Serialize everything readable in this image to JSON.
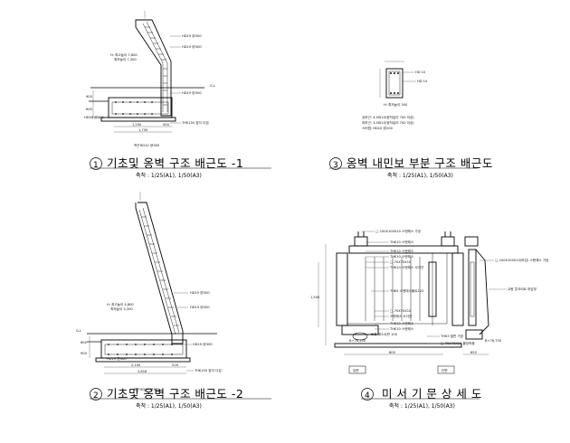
{
  "panels": [
    {
      "number": "1",
      "title": "기초및 옹벽 구조 배근도 -1",
      "scale": "축척 : 1/25(A1), 1/50(A3)",
      "annotations": {
        "rebar_a": "HD19 @300",
        "rebar_b": "HD19 @300",
        "rebar_c": "HD19 @300",
        "height_note_1": "H: 최고높이 7,800",
        "height_note_2": "최저높이 7,300",
        "footing_bar": "HD19 @300",
        "footing_mat": "THK150 잡석 다짐",
        "footing_note": "옥곤HD10 @300",
        "gl": "G.L",
        "dim_1": "1,250",
        "dim_2": "500",
        "dim_3": "1,750",
        "dim_4": "900",
        "dim_5": "600"
      }
    },
    {
      "number": "2",
      "title": "기초및 옹벽 구조 배근도 -2",
      "scale": "축척 : 1/25(A1), 1/50(A3)",
      "annotations": {
        "rebar_a": "HD19 @300",
        "rebar_b": "HD19 @300",
        "rebar_c": "HD19 @300",
        "height_note_1": "H: 최고높이 4,800",
        "height_note_2": "최저높이 3,300",
        "footing_bar": "HD19 @300",
        "footing_mat": "THK150 잡석 다짐",
        "footing_note": "옥곤HD10 @300",
        "gl": "G.L",
        "dim_1": "2,100",
        "dim_2": "516",
        "dim_3": "2,616",
        "dim_4": "600",
        "dim_5": "900"
      }
    },
    {
      "number": "3",
      "title": "옹벽 내민보 부분 구조 배근도",
      "scale": "축척 : 1/25(A1), 1/50(A3)",
      "annotations": {
        "top_bar": "HD 10",
        "mid_bar": "HD 10",
        "bottom_label": "H: 최저높이 300",
        "note_1": "상부근: 4-HD10(정착길이 700 이상)",
        "note_2": "하부근: 3-HD10(정착길이 700 이상)",
        "note_3": "스터럽: HD10 @200"
      }
    },
    {
      "number": "4",
      "title": "미 서 기 문 상 세 도",
      "scale": "축척 : 1/25(A1), 1/50(A3)",
      "annotations": {
        "l1": "□-100X100X10 스텐레스 가공",
        "l2": "THK10 스텐레스",
        "l3": "THK10 스텐레스",
        "l4": "THK10 스텐레스",
        "l5": "□-70X70X10",
        "l6": "THK10 스텐레스 사각관",
        "l7": "THK5 스텐레스볼트125",
        "l8": "□-70X70X10",
        "l9": "스텐레스 사각관",
        "l10": "THK10 스텐레스",
        "l11": "THK10 스텐레스",
        "l12": "토목 레스트판 100",
        "l13": "□-100X100X10(마감) 스텐레스 가공",
        "l14": "교량 콘크리트 마감부",
        "l15": "THK3 철판 가공",
        "l16": "□-70X70X10 볼딩박음",
        "elev_1": "B+76,250",
        "elev_2": "B+76,750",
        "dim_h": "1,500",
        "dim_w": "800",
        "dim_w2": "650",
        "front_label": "입면",
        "side_label": "단면"
      }
    }
  ]
}
